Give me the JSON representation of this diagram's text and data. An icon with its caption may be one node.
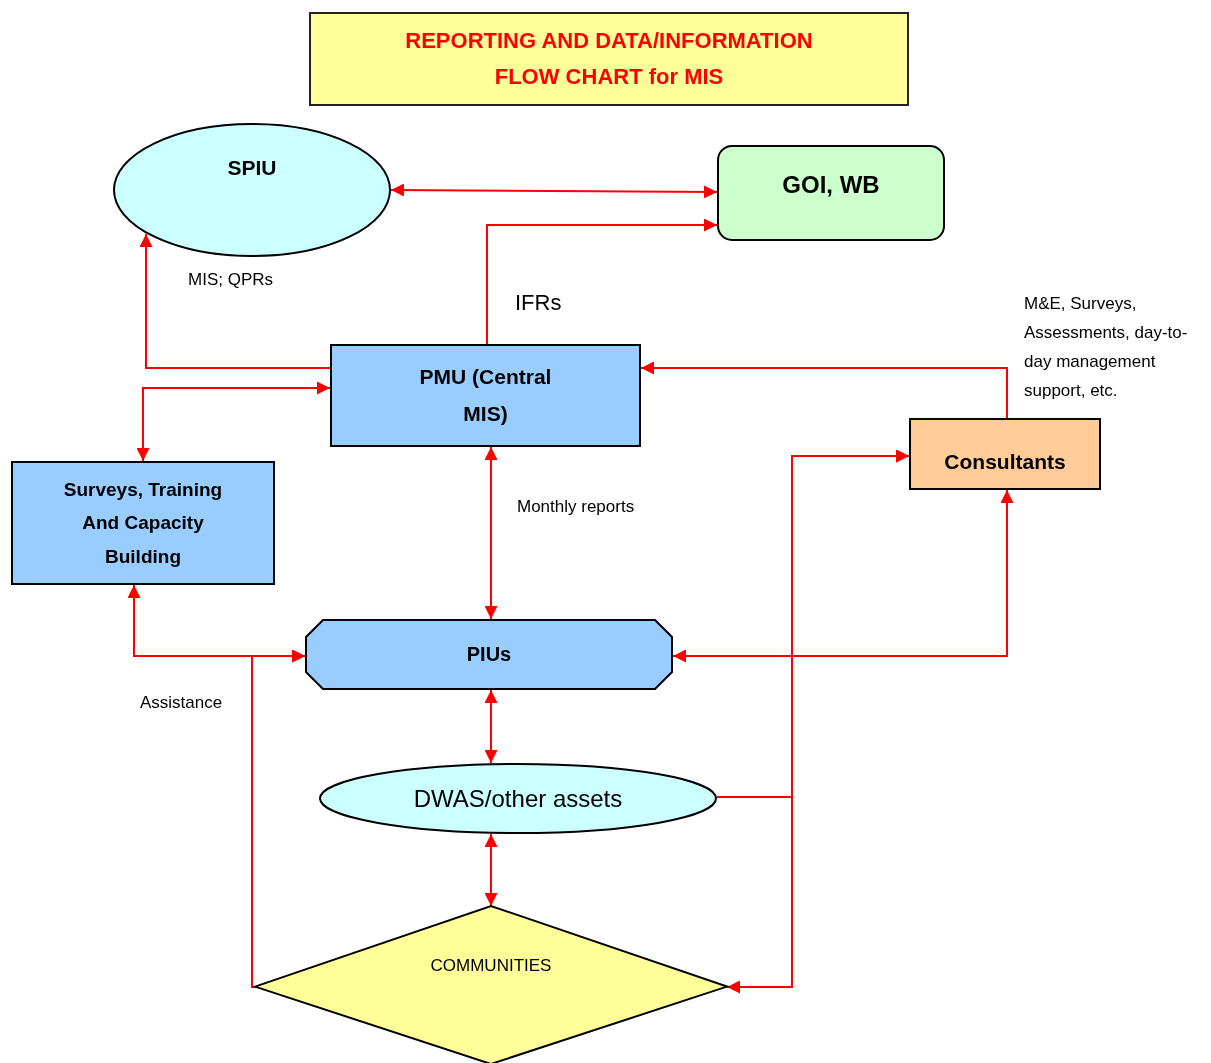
{
  "diagram": {
    "title": "REPORTING AND DATA/INFORMATION FLOW CHART for MIS",
    "nodes": [
      {
        "text": [
          "SPIU"
        ]
      },
      {
        "text": [
          "GOI, WB"
        ]
      },
      {
        "text": [
          "PMU (Central MIS)"
        ]
      },
      {
        "text": [
          "Consultants"
        ]
      },
      {
        "text": [
          "Surveys, Training And Capacity Building"
        ]
      },
      {
        "text": [
          "PIUs"
        ]
      },
      {
        "text": [
          "DWAS/other assets"
        ]
      },
      {
        "text": [
          "COMMUNITIES"
        ]
      }
    ],
    "edges": [
      {
        "from": 0,
        "to": 1,
        "arrow": "both"
      },
      {
        "from": 2,
        "to": 1,
        "arrow": "to",
        "label": "IFRs"
      },
      {
        "from": 2,
        "to": 0,
        "arrow": "to",
        "label": "MIS; QPRs"
      },
      {
        "from": 2,
        "to": 4,
        "arrow": "both"
      },
      {
        "from": 3,
        "to": 2,
        "arrow": "to",
        "label": "M&E, Surveys, Assessments, day-to-day management support, etc."
      },
      {
        "from": 2,
        "to": 5,
        "arrow": "both",
        "label": "Monthly reports"
      },
      {
        "from": 4,
        "to": 5,
        "arrow": "both"
      },
      {
        "from": 7,
        "to": 5,
        "arrow": "to",
        "label": "Assistance"
      },
      {
        "from": 5,
        "to": 6,
        "arrow": "both"
      },
      {
        "from": 6,
        "to": 7,
        "arrow": "both"
      },
      {
        "from": 5,
        "to": 3,
        "arrow": "both"
      },
      {
        "from": 6,
        "to": 3,
        "arrow": "to"
      },
      {
        "from": 7,
        "to": 3,
        "arrow": "both"
      }
    ]
  }
}
